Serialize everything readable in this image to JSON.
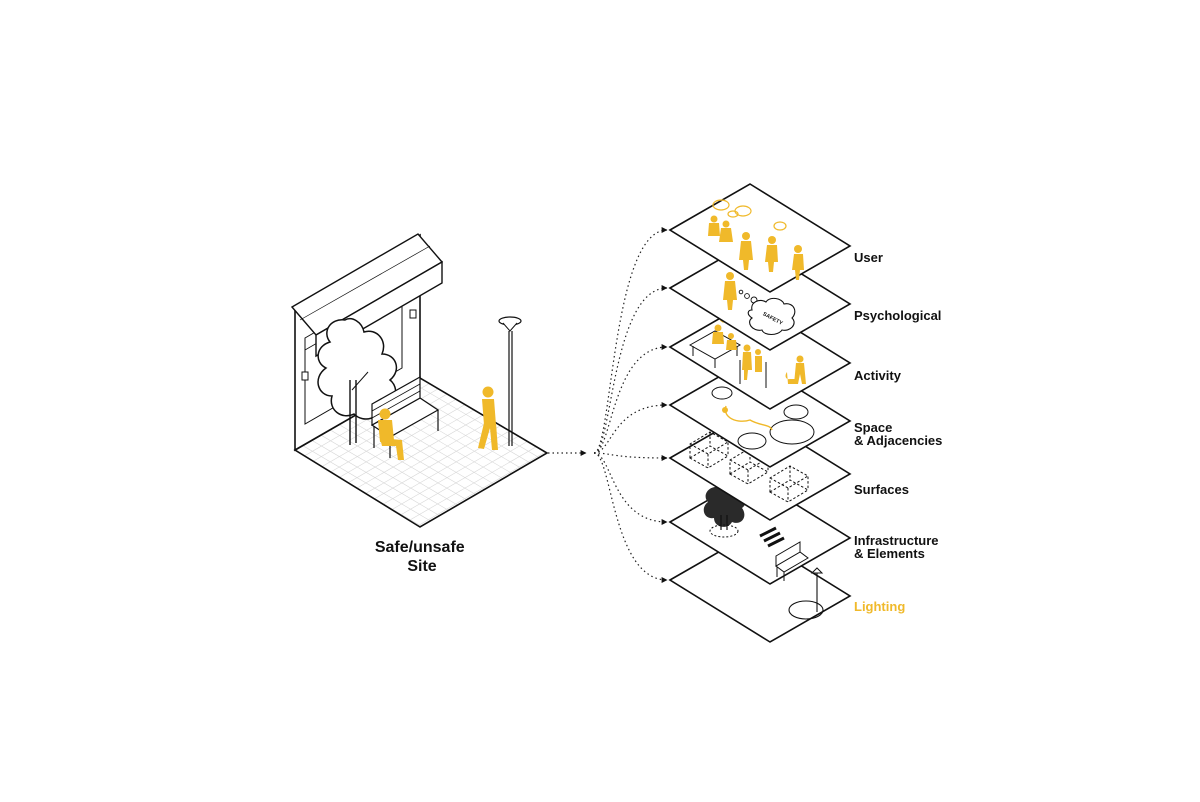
{
  "site_label": [
    "Safe/unsafe",
    "Site"
  ],
  "layers": [
    {
      "label": [
        "User"
      ]
    },
    {
      "label": [
        "Psychological"
      ]
    },
    {
      "label": [
        "Activity"
      ]
    },
    {
      "label": [
        "Space",
        "& Adjacencies"
      ]
    },
    {
      "label": [
        "Surfaces"
      ]
    },
    {
      "label": [
        "Infrastructure",
        "& Elements"
      ]
    },
    {
      "label": [
        "Lighting"
      ],
      "highlight": true
    }
  ],
  "bubble_text": "SAFETY",
  "colors": {
    "accent": "#f0b92a",
    "ink": "#111111",
    "background": "#ffffff"
  }
}
